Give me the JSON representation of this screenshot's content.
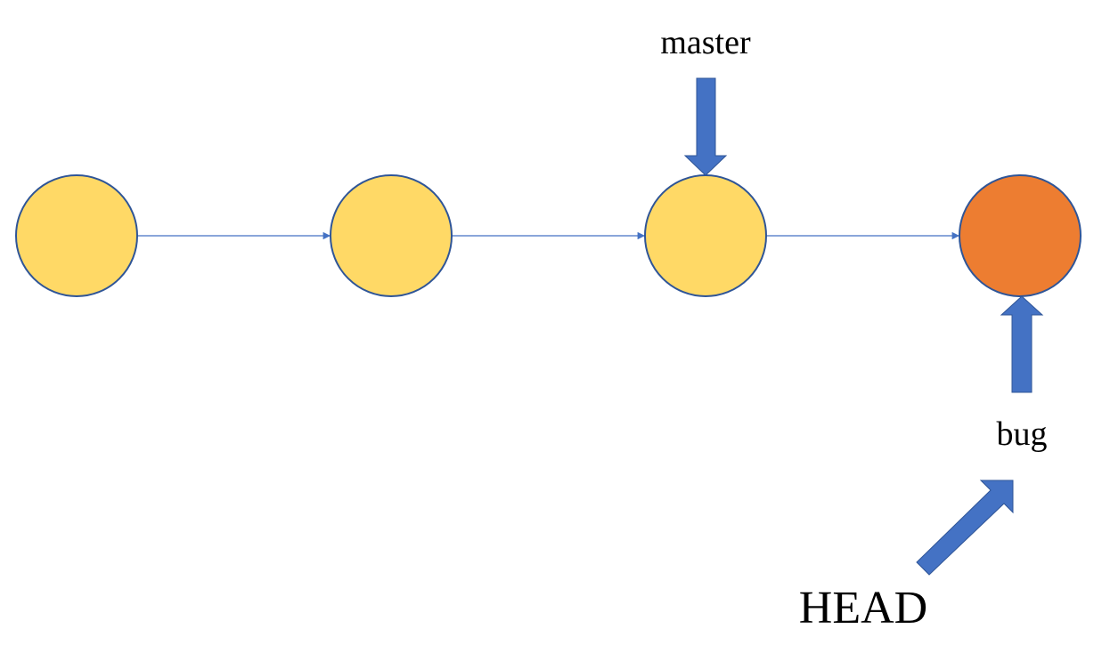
{
  "colors": {
    "commit_fill": "#FFD966",
    "current_commit_fill": "#ED7D31",
    "node_outline": "#2F5597",
    "edge": "#4472C4",
    "pointer_arrow": "#4472C4"
  },
  "commits": [
    {
      "id": "commit-1",
      "current": false
    },
    {
      "id": "commit-2",
      "current": false
    },
    {
      "id": "commit-3",
      "current": false
    },
    {
      "id": "commit-4",
      "current": true
    }
  ],
  "labels": {
    "master": "master",
    "bug": "bug",
    "head": "HEAD"
  },
  "icons": {
    "master_pointer": "arrow-down-icon",
    "bug_pointer": "arrow-up-icon",
    "head_pointer": "arrow-up-right-icon"
  }
}
